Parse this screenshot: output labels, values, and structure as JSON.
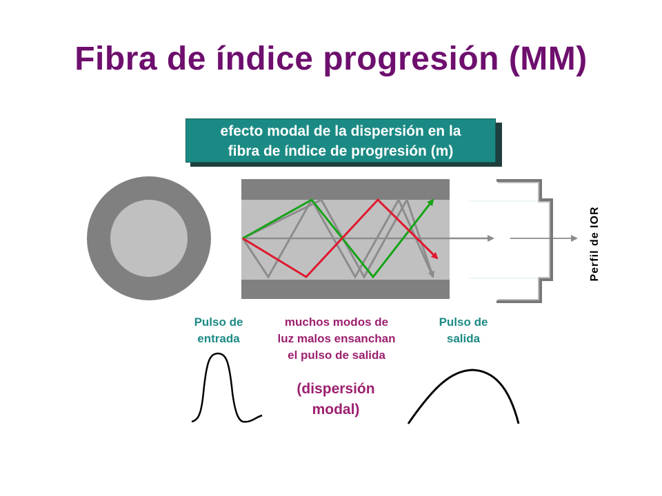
{
  "title": "Fibra de índice progresión (MM)",
  "callout": {
    "line1": "efecto modal de la dispersión en la",
    "line2": "fibra de índice  de progresión (m)"
  },
  "labels": {
    "input_pulse": [
      "Pulso de",
      "entrada"
    ],
    "modes": [
      "muchos modos de",
      "luz malos ensanchan",
      "el pulso de  salida"
    ],
    "output_pulse": [
      "Pulso de",
      "salida"
    ],
    "dispersion": [
      "(dispersión",
      "modal)"
    ],
    "profile": "Perfil de  IOR"
  },
  "colors": {
    "title": "#6e0f6e",
    "callout_bg": "#1b8a84",
    "teal_text": "#1b8a84",
    "plum_text": "#9c1f6e",
    "cladding": "#808080",
    "core": "#c0c0c0",
    "ray_green": "#16a316",
    "ray_red": "#e0182e",
    "ray_gray": "#8c8c8c"
  }
}
